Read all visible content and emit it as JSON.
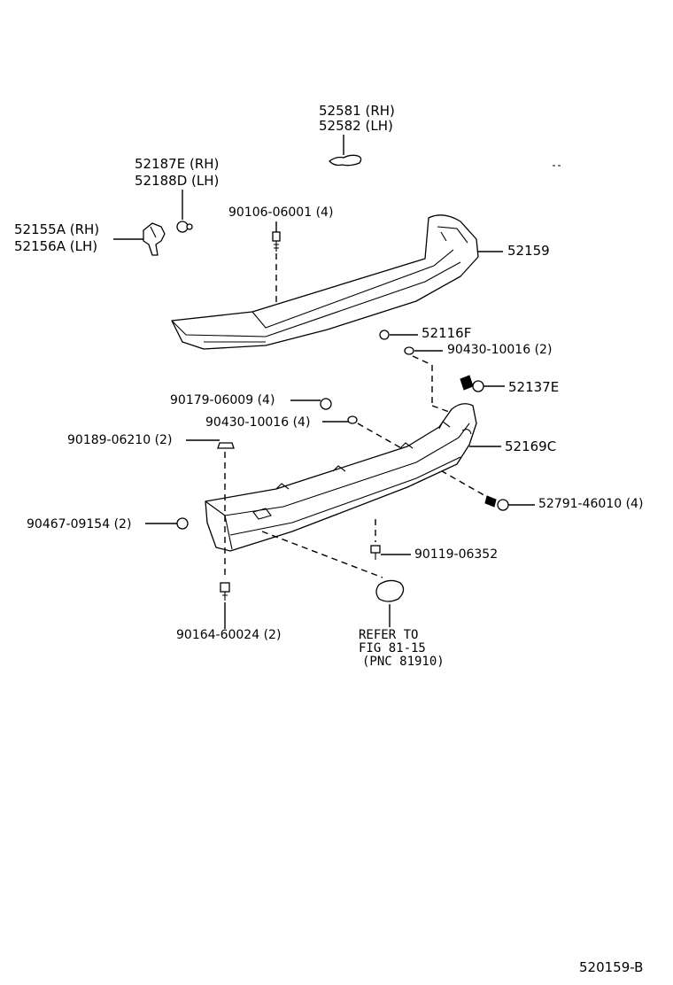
{
  "diagram": {
    "callouts": {
      "p52581": "52581 (RH)",
      "p52582": "52582 (LH)",
      "p52187E": "52187E (RH)",
      "p52188D": "52188D (LH)",
      "p52155A": "52155A (RH)",
      "p52156A": "52156A (LH)",
      "p90106": "90106-06001 (4)",
      "p52159": "52159",
      "p52116F": "52116F",
      "p90430a": "90430-10016 (2)",
      "p52137E": "52137E",
      "p90179": "90179-06009 (4)",
      "p90430b": "90430-10016 (4)",
      "p52169C": "52169C",
      "p90189": "90189-06210 (2)",
      "p52791": "52791-46010 (4)",
      "p90467": "90467-09154 (2)",
      "p90119": "90119-06352",
      "p90164": "90164-60024 (2)",
      "refer1": "REFER TO",
      "refer2": "FIG 81-15",
      "refer3": "(PNC 81910)"
    },
    "figure_id": "520159-B"
  }
}
